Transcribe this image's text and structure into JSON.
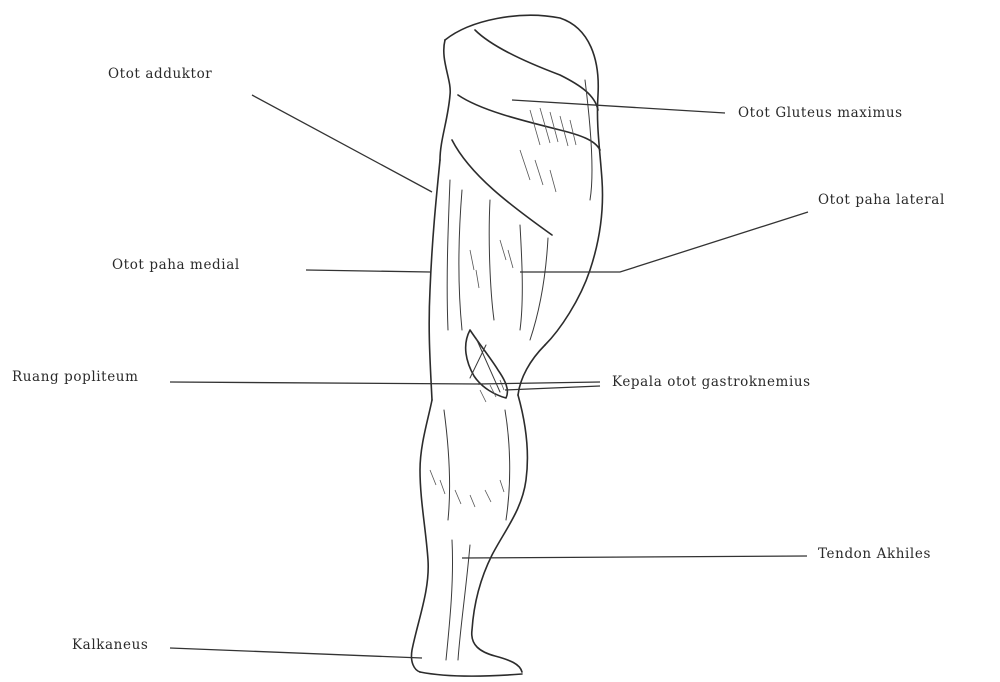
{
  "labels": {
    "adductor": "Otot adduktor",
    "gluteus": "Otot Gluteus maximus",
    "lateral": "Otot paha lateral",
    "medial": "Otot paha medial",
    "popliteum": "Ruang popliteum",
    "gastro": "Kepala otot gastroknemius",
    "achilles": "Tendon Akhiles",
    "calcaneus": "Kalkaneus"
  }
}
